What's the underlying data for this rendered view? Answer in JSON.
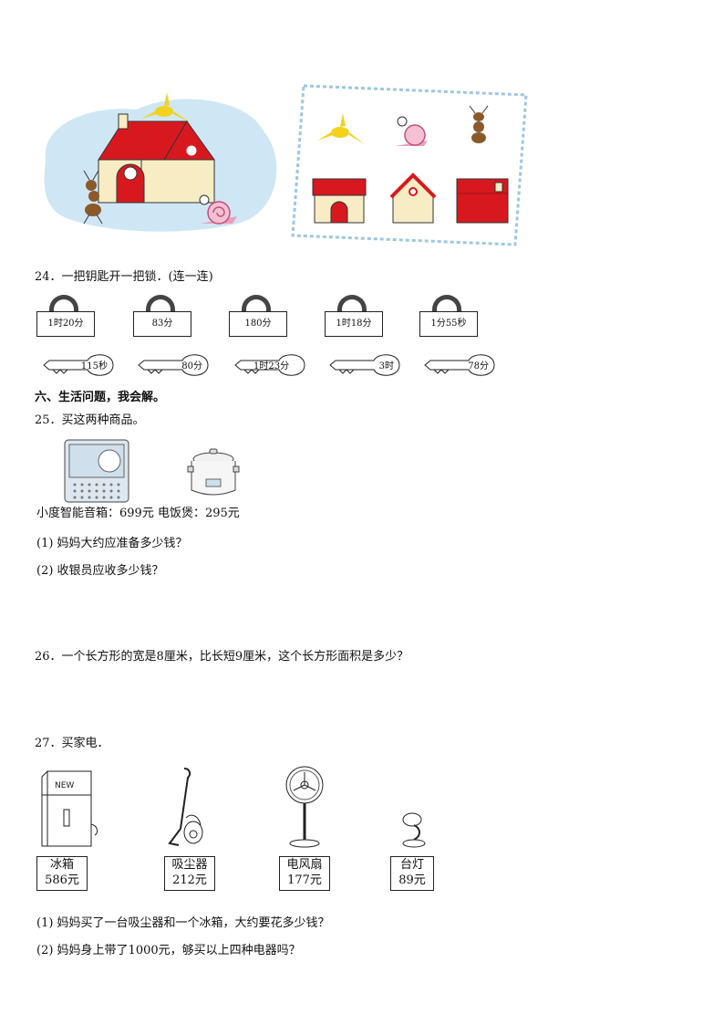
{
  "q24": {
    "prompt": "24．一把钥匙开一把锁．(连一连)",
    "locks": [
      "1时20分",
      "83分",
      "180分",
      "1时18分",
      "1分55秒"
    ],
    "keys": [
      "115秒",
      "80分",
      "1时23分",
      "3时",
      "78分"
    ]
  },
  "section6": {
    "title": "六、生活问题，我会解。"
  },
  "q25": {
    "prompt": "25．买这两种商品。",
    "caption": "小度智能音箱：699元 电饭煲：295元",
    "sub1": "(1) 妈妈大约应准备多少钱？",
    "sub2": "(2) 收银员应收多少钱？"
  },
  "q26": {
    "prompt": "26．一个长方形的宽是8厘米，比长短9厘米，这个长方形面积是多少？"
  },
  "q27": {
    "prompt": "27．买家电．",
    "items": [
      {
        "name": "冰箱",
        "price": "586元"
      },
      {
        "name": "吸尘器",
        "price": "212元"
      },
      {
        "name": "电风扇",
        "price": "177元"
      },
      {
        "name": "台灯",
        "price": "89元"
      }
    ],
    "sub1": "(1) 妈妈买了一台吸尘器和一个冰箱，大约要花多少钱？",
    "sub2": "(2) 妈妈身上带了1000元，够买以上四种电器吗？"
  }
}
